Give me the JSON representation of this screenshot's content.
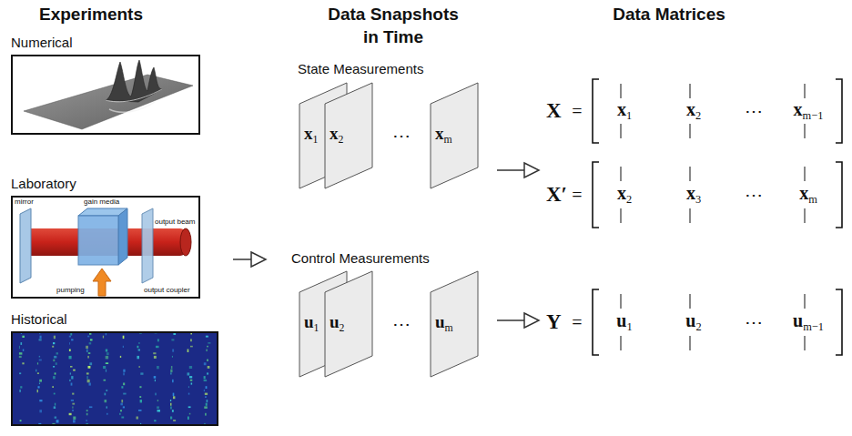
{
  "diagram": {
    "nodes": [
      {
        "text": [
          "Numerical"
        ]
      },
      {
        "text": [
          "Laboratory"
        ]
      },
      {
        "text": [
          "Historical"
        ]
      },
      {
        "text": [
          "x1"
        ]
      },
      {
        "text": [
          "x2"
        ]
      },
      {
        "text": [
          "xm"
        ]
      },
      {
        "text": [
          "u1"
        ]
      },
      {
        "text": [
          "u2"
        ]
      },
      {
        "text": [
          "um"
        ]
      },
      {
        "text": [
          "X",
          "=",
          "x1",
          "x2",
          "⋯",
          "xm−1"
        ]
      },
      {
        "text": [
          "X′",
          "=",
          "x2",
          "x3",
          "⋯",
          "xm"
        ]
      },
      {
        "text": [
          "Υ",
          "=",
          "u1",
          "u2",
          "⋯",
          "um−1"
        ]
      }
    ],
    "edges": [
      {
        "from": 5,
        "to": 10,
        "arrow": "to"
      },
      {
        "from": 8,
        "to": 11,
        "arrow": "to"
      }
    ],
    "labels": [
      "Experiments",
      "Data Snapshots in Time",
      "Data Matrices",
      "State Measurements",
      "⋯",
      "Control Measurements",
      "⋯",
      "mirror",
      "gain media",
      "output beam",
      "output coupler",
      "pumping"
    ]
  }
}
